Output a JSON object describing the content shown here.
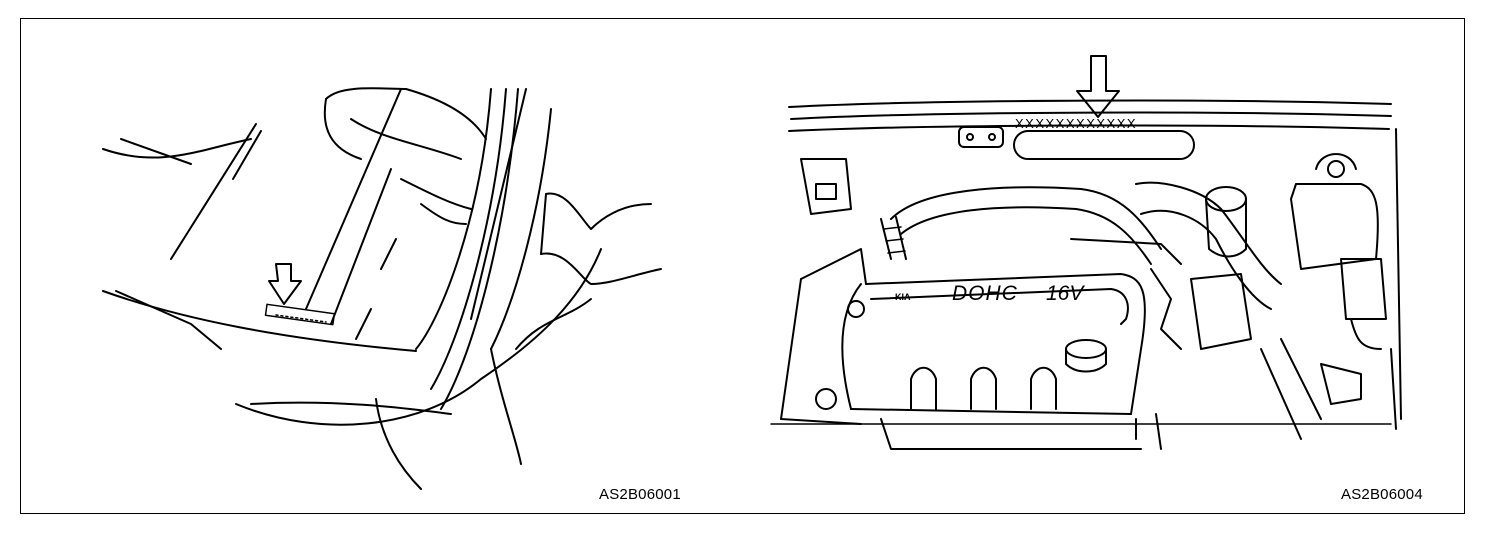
{
  "figures": [
    {
      "code": "AS2B06001"
    },
    {
      "code": "AS2B06004",
      "id_plate_text": "XXXXXXXXXXXX",
      "engine_cover_text": "DOHC",
      "engine_cover_valves": "16V",
      "brand_badge": "KIA"
    }
  ]
}
